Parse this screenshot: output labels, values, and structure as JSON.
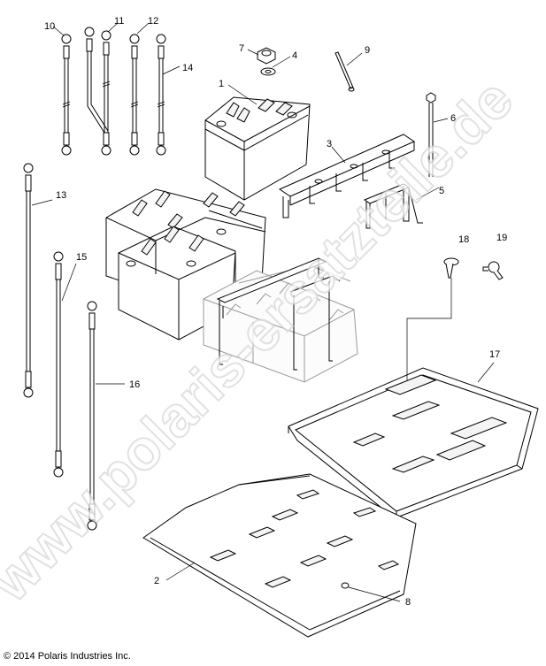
{
  "callouts": [
    "10",
    "11",
    "12",
    "14",
    "7",
    "4",
    "1",
    "9",
    "6",
    "3",
    "5",
    "13",
    "15",
    "18",
    "19",
    "16",
    "17",
    "2",
    "8"
  ],
  "watermark": "www.polaris-ersatzteile.de",
  "copyright": "© 2014 Polaris Industries Inc."
}
